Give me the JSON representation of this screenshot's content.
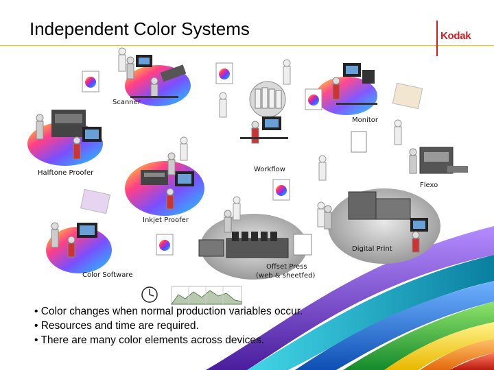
{
  "slide": {
    "title": "Independent Color Systems",
    "logo_text": "Kodak",
    "stations": [
      {
        "label": "Scanner"
      },
      {
        "label": "Monitor"
      },
      {
        "label": "Halftone Proofer"
      },
      {
        "label": "Workflow"
      },
      {
        "label": "Flexo"
      },
      {
        "label": "Inkjet Proofer"
      },
      {
        "label": "Digital Print"
      },
      {
        "label": "Color Software"
      },
      {
        "label": "Offset Press"
      },
      {
        "label": "(web & sheetfed)"
      }
    ],
    "bullets": [
      "• Color changes when normal production variables occur.",
      "• Resources and time are required.",
      "• There are many color elements across devices."
    ]
  },
  "colors": {
    "accent_rule": "#f2c200",
    "brand": "#d71920",
    "ribbon_colors": [
      "#1f6fd6",
      "#17a34a",
      "#f4d21f",
      "#f28a1a",
      "#e03a1e",
      "#7a3fc0"
    ]
  },
  "icons": [
    "workstation-icon",
    "person-icon",
    "color-profile-icon",
    "printer-icon",
    "clock-icon",
    "histogram-icon",
    "color-chart-icon"
  ]
}
